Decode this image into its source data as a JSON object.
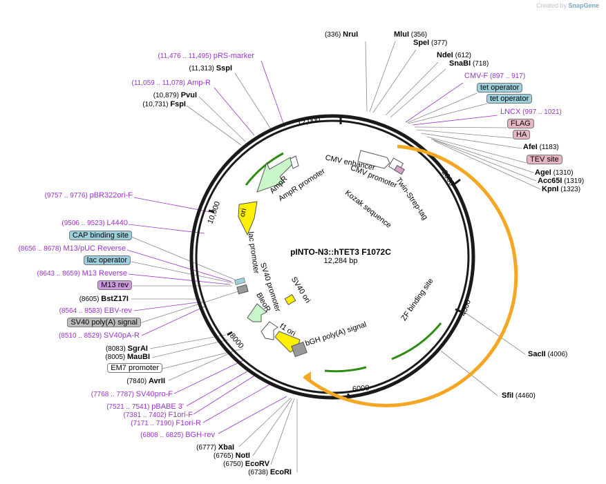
{
  "credit": {
    "prefix": "Created by",
    "brand": "SnapGene"
  },
  "plasmid": {
    "name": "pINTO-N3::hTET3 F1072C",
    "length": "12,284 bp"
  },
  "ticks": [
    "2000",
    "4000",
    "6000",
    "8000",
    "10,000",
    "12,000"
  ],
  "colors": {
    "primer": "#9933cc",
    "black": "#000000",
    "ring": "#1a1a1a",
    "orange": "#f5a623",
    "green": "#2e8b14",
    "yellow": "#ffef00",
    "bluebox": "#9dd0dc",
    "pinkbox": "#e8b6c2",
    "purplebox": "#cc99dd",
    "graybox": "#bdbdbd"
  },
  "top_labels": [
    {
      "pos": "(336)",
      "name": "NruI"
    },
    {
      "pos": "(356)",
      "name": "MluI"
    },
    {
      "pos": "(377)",
      "name": "SpeI"
    },
    {
      "pos": "(612)",
      "name": "NdeI"
    },
    {
      "pos": "(718)",
      "name": "SnaBI"
    },
    {
      "pos": "(897 .. 917)",
      "name": "CMV-F"
    },
    {
      "pos": "",
      "name": "tet operator"
    },
    {
      "pos": "",
      "name": "tet operator"
    },
    {
      "pos": "(997 .. 1021)",
      "name": "LNCX"
    },
    {
      "pos": "",
      "name": "FLAG"
    },
    {
      "pos": "",
      "name": "HA"
    },
    {
      "pos": "(1183)",
      "name": "AfeI"
    },
    {
      "pos": "",
      "name": "TEV site"
    },
    {
      "pos": "(1310)",
      "name": "AgeI"
    },
    {
      "pos": "(1319)",
      "name": "Acc65I"
    },
    {
      "pos": "(1323)",
      "name": "KpnI"
    }
  ],
  "right_labels": [
    {
      "pos": "(4006)",
      "name": "SacII"
    },
    {
      "pos": "(4460)",
      "name": "SfiI"
    }
  ],
  "left_labels": [
    {
      "pos": "(11,476 .. 11,495)",
      "name": "pRS-marker"
    },
    {
      "pos": "(11,313)",
      "name": "SspI"
    },
    {
      "pos": "(11,059 .. 11,078)",
      "name": "Amp-R"
    },
    {
      "pos": "(10,879)",
      "name": "PvuI"
    },
    {
      "pos": "(10,731)",
      "name": "FspI"
    },
    {
      "pos": "(9757 .. 9776)",
      "name": "pBR322ori-F"
    },
    {
      "pos": "(9506 .. 9523)",
      "name": "L4440"
    },
    {
      "pos": "",
      "name": "CAP binding site"
    },
    {
      "pos": "(8656 .. 8678)",
      "name": "M13/pUC Reverse"
    },
    {
      "pos": "",
      "name": "lac operator"
    },
    {
      "pos": "(8643 .. 8659)",
      "name": "M13 Reverse"
    },
    {
      "pos": "",
      "name": "M13 rev"
    },
    {
      "pos": "(8605)",
      "name": "BstZ17I"
    },
    {
      "pos": "(8564 .. 8583)",
      "name": "EBV-rev"
    },
    {
      "pos": "",
      "name": "SV40 poly(A) signal"
    },
    {
      "pos": "(8510 .. 8529)",
      "name": "SV40pA-R"
    }
  ],
  "bottom_labels": [
    {
      "pos": "(8083)",
      "name": "SgrAI"
    },
    {
      "pos": "(8005)",
      "name": "MauBI"
    },
    {
      "pos": "",
      "name": "EM7 promoter"
    },
    {
      "pos": "(7840)",
      "name": "AvrII"
    },
    {
      "pos": "(7768 .. 7787)",
      "name": "SV40pro-F"
    },
    {
      "pos": "(7521 .. 7541)",
      "name": "pBABE 3'"
    },
    {
      "pos": "(7381 .. 7402)",
      "name": "F1ori-F"
    },
    {
      "pos": "(7171 .. 7190)",
      "name": "F1ori-R"
    },
    {
      "pos": "(6808 .. 6825)",
      "name": "BGH-rev"
    },
    {
      "pos": "(6777)",
      "name": "XbaI"
    },
    {
      "pos": "(6765)",
      "name": "NotI"
    },
    {
      "pos": "(6750)",
      "name": "EcoRV"
    },
    {
      "pos": "(6738)",
      "name": "EcoRI"
    }
  ],
  "inner_features": [
    "CMV enhancer",
    "CMV promoter",
    "Kozak sequence",
    "Twin-Strep-tag",
    "AmpR",
    "AmpR promoter",
    "ori",
    "lac promoter",
    "SV40 promoter",
    "BleoR",
    "SV40 ori",
    "f1 ori",
    "bGH poly(A) signal",
    "ZF binding site"
  ]
}
